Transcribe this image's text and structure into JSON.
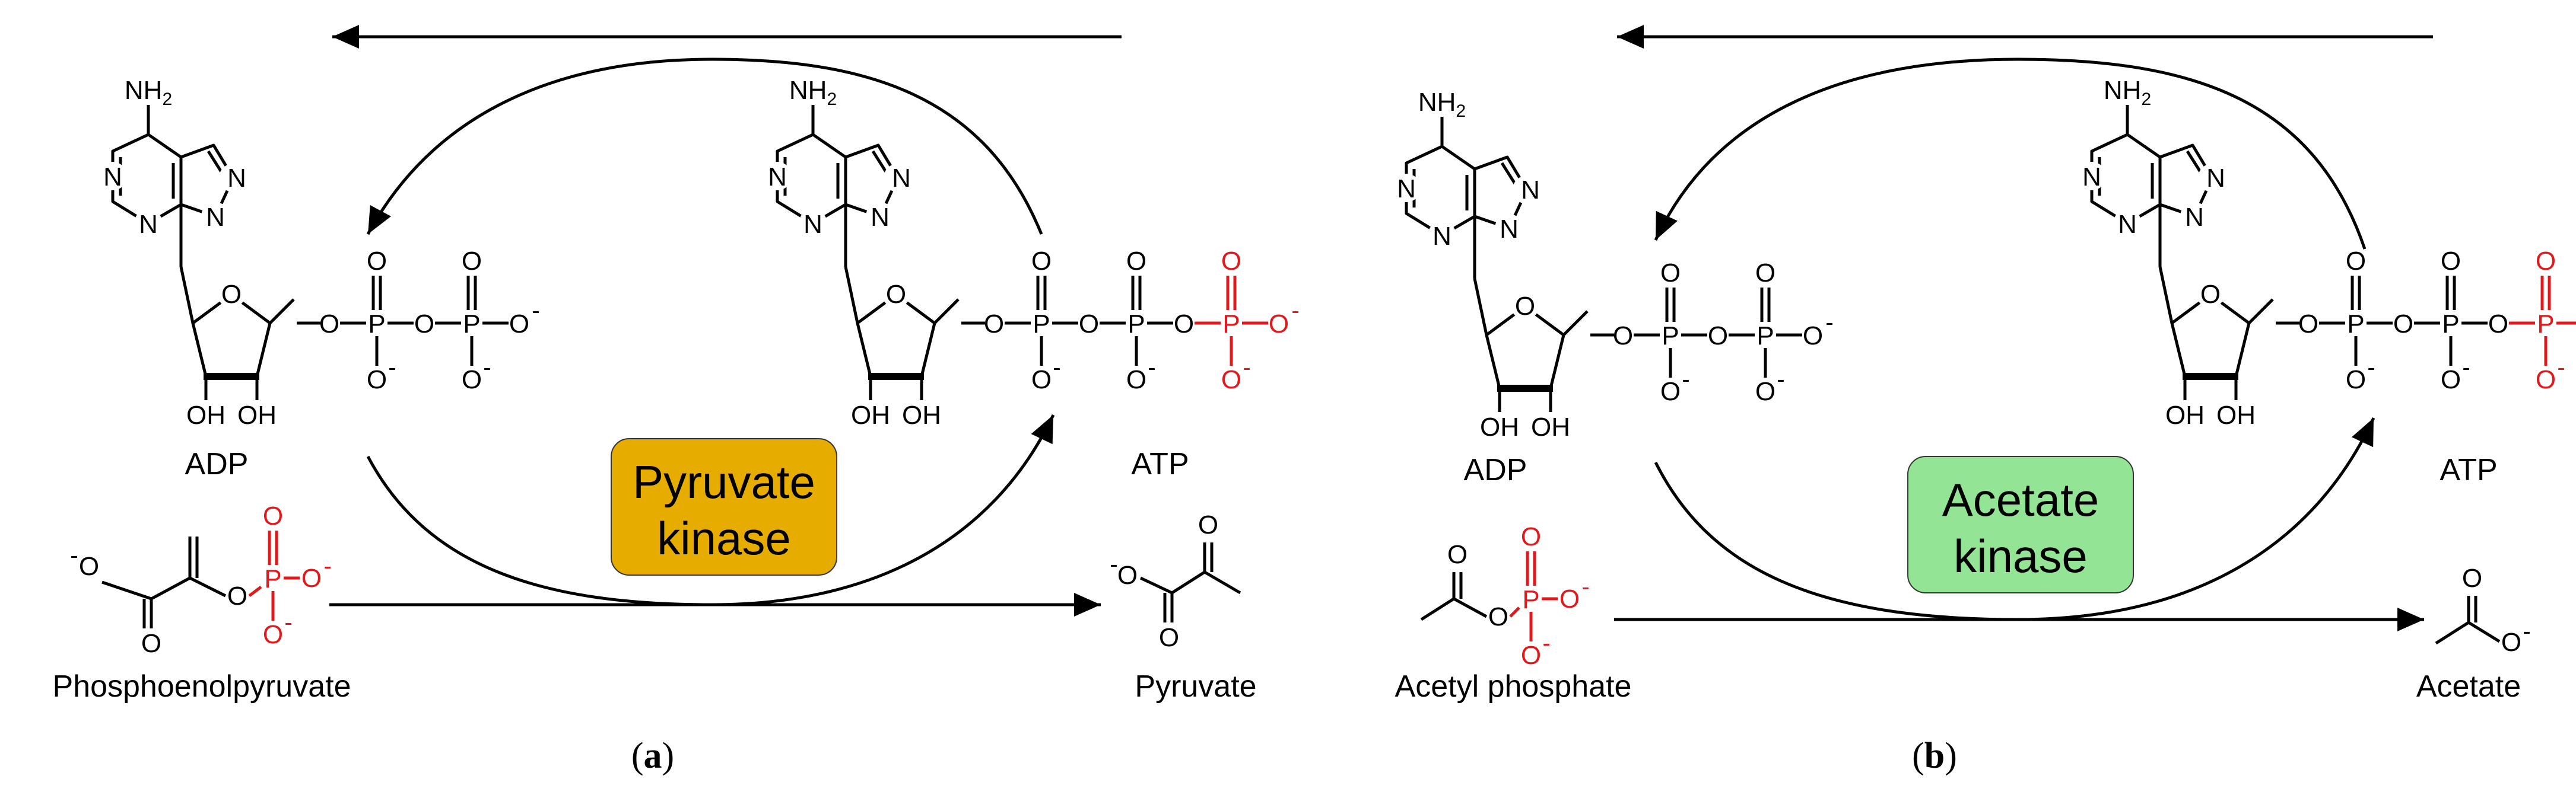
{
  "panels": [
    {
      "letter": "a",
      "enzyme": {
        "line1": "Pyruvate",
        "line2": "kinase",
        "color": "#e6ad00"
      },
      "substrate_name": "Phosphoenolpyruvate",
      "product_name": "Pyruvate",
      "adp_name": "ADP",
      "atp_name": "ATP"
    },
    {
      "letter": "b",
      "enzyme": {
        "line1": "Acetate",
        "line2": "kinase",
        "color": "#93e494"
      },
      "substrate_name": "Acetyl phosphate",
      "product_name": "Acetate",
      "adp_name": "ADP",
      "atp_name": "ATP"
    }
  ],
  "atoms": {
    "nh2": "NH",
    "nh2_sub": "2",
    "n": "N",
    "o": "O",
    "p": "P",
    "oh": "OH",
    "minus": "-"
  },
  "colors": {
    "phosphate_highlight": "#e0191c",
    "ink": "#000000"
  }
}
